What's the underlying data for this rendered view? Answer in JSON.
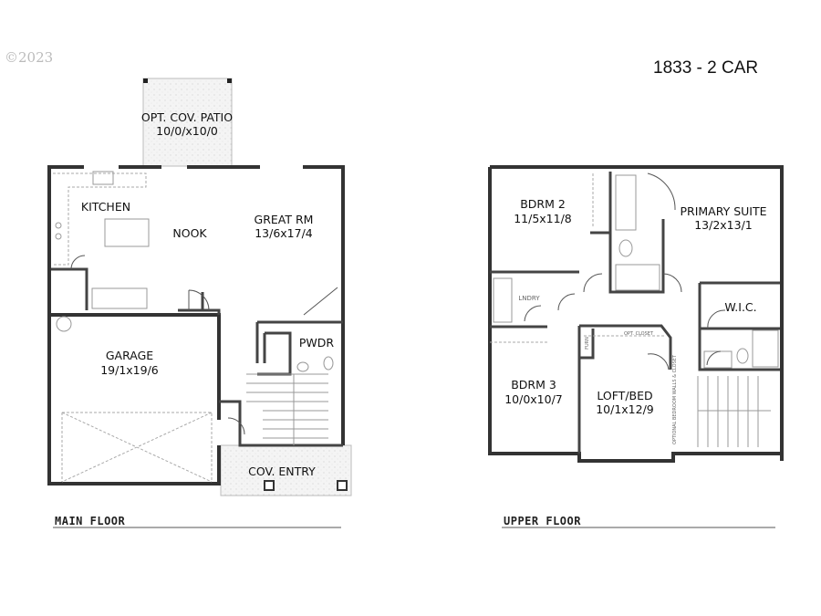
{
  "copyright": "©2023",
  "plan_title": "1833 - 2 CAR",
  "main_floor": {
    "label": "MAIN FLOOR",
    "rooms": {
      "patio_name": "OPT. COV. PATIO",
      "patio_size": "10/0/x10/0",
      "kitchen": "KITCHEN",
      "nook": "NOOK",
      "great_rm_name": "GREAT RM",
      "great_rm_size": "13/6x17/4",
      "garage_name": "GARAGE",
      "garage_size": "19/1x19/6",
      "pwdr": "PWDR",
      "cov_entry": "COV. ENTRY"
    }
  },
  "upper_floor": {
    "label": "UPPER FLOOR",
    "rooms": {
      "bdrm2_name": "BDRM 2",
      "bdrm2_size": "11/5x11/8",
      "primary_name": "PRIMARY SUITE",
      "primary_size": "13/2x13/1",
      "wic": "W.I.C.",
      "laundry": "LNDRY",
      "bdrm3_name": "BDRM 3",
      "bdrm3_size": "10/0x10/7",
      "loft_name": "LOFT/BED",
      "loft_size": "10/1x12/9",
      "opt_closet": "OPT. CLOSET",
      "furn": "FURN",
      "optional_note": "OPTIONAL BEDROOM WALLS & CLOSET"
    }
  }
}
